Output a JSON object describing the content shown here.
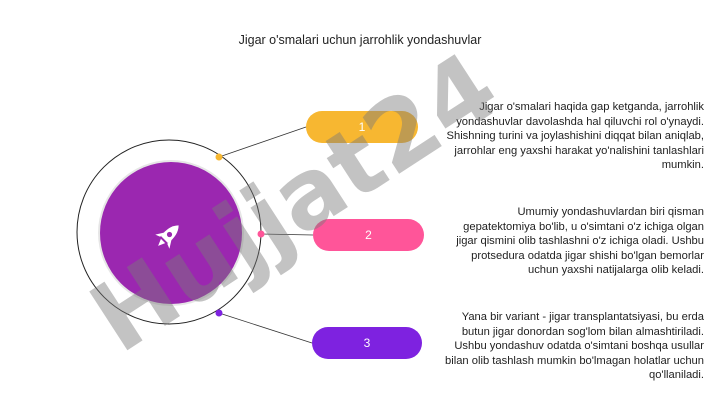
{
  "slide": {
    "title": "Jigar o'smalari uchun jarrohlik yondashuvlar",
    "steps": [
      {
        "label": "1",
        "color": "#f7b731",
        "text": "Jigar o'smalari haqida gap ketganda, jarrohlik yondashuvlar davolashda hal qiluvchi rol o'ynaydi. Shishning turini va joylashishini diqqat bilan aniqlab, jarrohlar eng yaxshi harakat yo'nalishini tanlashlari mumkin."
      },
      {
        "label": "2",
        "color": "#ff5599",
        "text": "Umumiy yondashuvlardan biri qisman gepatektomiya bo'lib, u o'simtani o'z ichiga olgan jigar qismini olib tashlashni o'z ichiga oladi. Ushbu protsedura odatda jigar shishi bo'lgan bemorlar uchun yaxshi natijalarga olib keladi."
      },
      {
        "label": "3",
        "color": "#7e22e0",
        "text": "Yana bir variant - jigar transplantatsiyasi, bu erda butun jigar donordan sog'lom bilan almashtiriladi. Ushbu yondashuv odatda o'simtani boshqa usullar bilan olib tashlash mumkin bo'lmagan holatlar uchun qo'llaniladi."
      }
    ],
    "center_icon": "rocket-icon",
    "circle_color": "#9b27b0",
    "watermark": "Hujjat24"
  }
}
